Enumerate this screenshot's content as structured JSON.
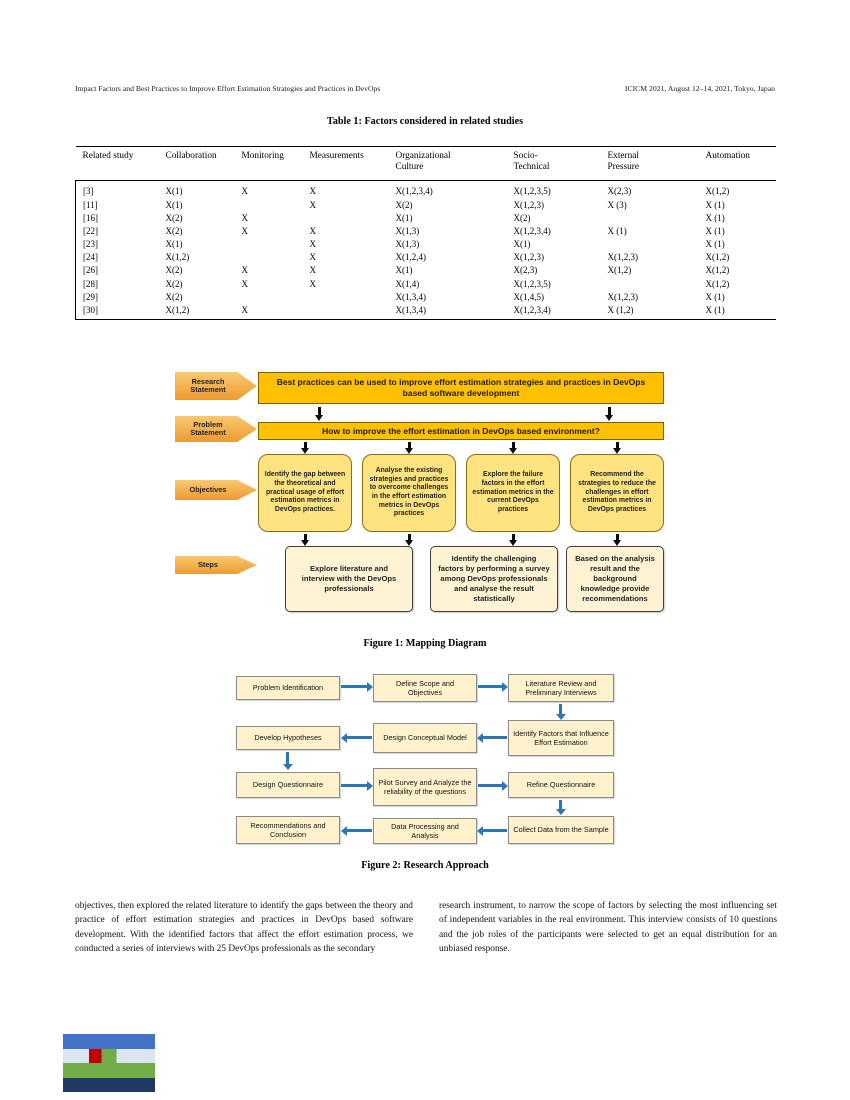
{
  "header": {
    "left": "Impact Factors and Best Practices to Improve Effort Estimation Strategies and Practices in DevOps",
    "right": "ICICM 2021, August 12–14, 2021, Tokyo, Japan"
  },
  "table": {
    "title": "Table 1: Factors considered in related studies",
    "columns": [
      "Related study",
      "Collaboration",
      "Monitoring",
      "Measurements",
      "Organizational Culture",
      "Socio-Technical",
      "External Pressure",
      "Automation"
    ],
    "rows": [
      [
        "[3]",
        "X(1)",
        "X",
        "X",
        "X(1,2,3,4)",
        "X(1,2,3,5)",
        "X(2,3)",
        "X(1,2)"
      ],
      [
        "[11]",
        "X(1)",
        "",
        "X",
        "X(2)",
        "X(1,2,3)",
        "X (3)",
        "X (1)"
      ],
      [
        "[16]",
        "X(2)",
        "X",
        "",
        "X(1)",
        "X(2)",
        "",
        "X (1)"
      ],
      [
        "[22]",
        "X(2)",
        "X",
        "X",
        "X(1,3)",
        "X(1,2,3,4)",
        "X (1)",
        "X (1)"
      ],
      [
        "[23]",
        "X(1)",
        "",
        "X",
        "X(1,3)",
        "X(1)",
        "",
        "X (1)"
      ],
      [
        "[24]",
        "X(1,2)",
        "",
        "X",
        "X(1,2,4)",
        "X(1,2,3)",
        "X(1,2,3)",
        "X(1,2)"
      ],
      [
        "[26]",
        "X(2)",
        "X",
        "X",
        "X(1)",
        "X(2,3)",
        "X(1,2)",
        "X(1,2)"
      ],
      [
        "[28]",
        "X(2)",
        "X",
        "X",
        "X(1,4)",
        "X(1,2,3,5)",
        "",
        "X(1,2)"
      ],
      [
        "[29]",
        "X(2)",
        "",
        "",
        "X(1,3,4)",
        "X(1,4,5)",
        "X(1,2,3)",
        "X (1)"
      ],
      [
        "[30]",
        "X(1,2)",
        "X",
        "",
        "X(1,3,4)",
        "X(1,2,3,4)",
        "X (1,2)",
        "X (1)"
      ]
    ]
  },
  "figure1": {
    "caption": "Figure 1: Mapping Diagram",
    "labels": [
      "Research Statement",
      "Problem Statement",
      "Objectives",
      "Steps"
    ],
    "research_statement": "Best practices can be used to improve effort estimation strategies and practices in DevOps based software development",
    "problem_statement": "How to improve  the effort estimation in DevOps based environment?",
    "objectives": [
      "Identify the gap between the theoretical and practical usage of effort estimation metrics in DevOps practices.",
      "Analyse the existing strategies and practices to overcome challenges in the effort estimation metrics in DevOps practices",
      "Explore the failure factors in the effort estimation metrics in the current DevOps practices",
      "Recommend the strategies to reduce the challenges in effort estimation metrics in DevOps practices"
    ],
    "steps": [
      "Explore literature and interview with the DevOps professionals",
      "Identify the challenging factors  by performing a survey among DevOps professionals and analyse the result statistically",
      "Based on the analysis result and the background knowledge provide recommendations"
    ]
  },
  "figure2": {
    "caption": "Figure 2: Research Approach",
    "row1": [
      "Problem Identification",
      "Define Scope and Objectives",
      "Literature Review and Preliminary Interviews"
    ],
    "row2": [
      "Develop Hypotheses",
      "Design Conceptual Model",
      "Identify Factors that Influence Effort Estimation"
    ],
    "row3": [
      "Design Questionnaire",
      "Pilot Survey and Analyze the reliability of the questions",
      "Refine Questionnaire"
    ],
    "row4": [
      "Recommendations and Conclusion",
      "Data Processing and Analysis",
      "Collect Data from the Sample"
    ]
  },
  "body_text": {
    "left_column": "objectives, then explored the related literature to identify the gaps between the theory and practice of effort estimation strategies and practices in DevOps based software development. With the identified factors that affect the effort estimation process, we conducted a series of interviews with 25 DevOps professionals as the secondary",
    "right_column": "research instrument, to narrow the scope of factors by selecting the most influencing set of independent variables in the real environment. This interview consists of 10 questions and the job roles of the participants were selected to get an equal distribution for an unbiased response."
  },
  "colors": {
    "statement_box": "#FFC000",
    "objective_box": "#FFE380",
    "step_box": "#FFF3D4",
    "flow_box": "#FFF2CC",
    "flow_arrow_blue": "#2E75B6",
    "label_arrow_orange": "#EC9A33"
  }
}
